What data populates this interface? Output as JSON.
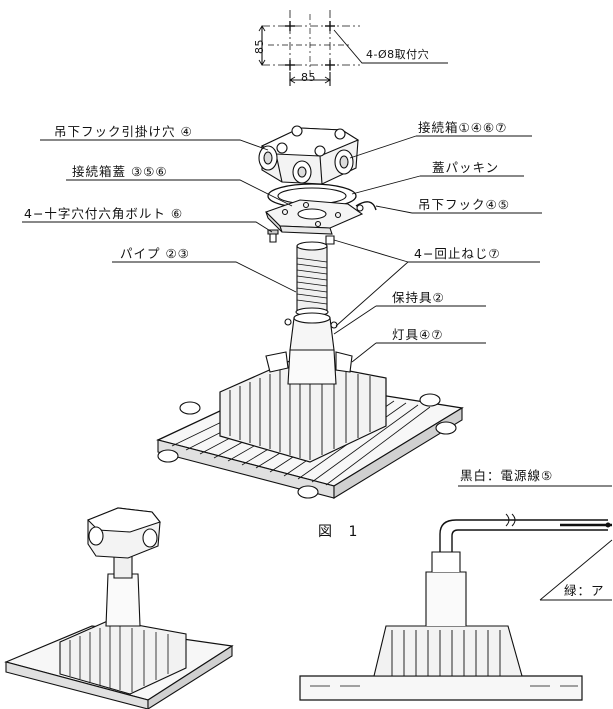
{
  "mounting": {
    "dim_vertical": "85",
    "dim_horizontal": "85",
    "holes_label": "4-Ø8取付穴"
  },
  "labels": {
    "hook_hole": "吊下フック引掛け穴 ④",
    "junction_box": "接続箱①④⑥⑦",
    "lid_packing": "蓋パッキン",
    "junction_lid": "接続箱蓋 ③⑤⑥",
    "hex_bolt": "4−十字穴付六角ボルト ⑥",
    "hanging_hook": "吊下フック④⑤",
    "pipe": "パイプ ②③",
    "set_screw": "4−回止ねじ⑦",
    "holder": "保持具②",
    "fixture": "灯具④⑦",
    "power_wire": "黒白：電源線⑤",
    "ground_wire": "緑：ア",
    "figure": "図 1"
  }
}
